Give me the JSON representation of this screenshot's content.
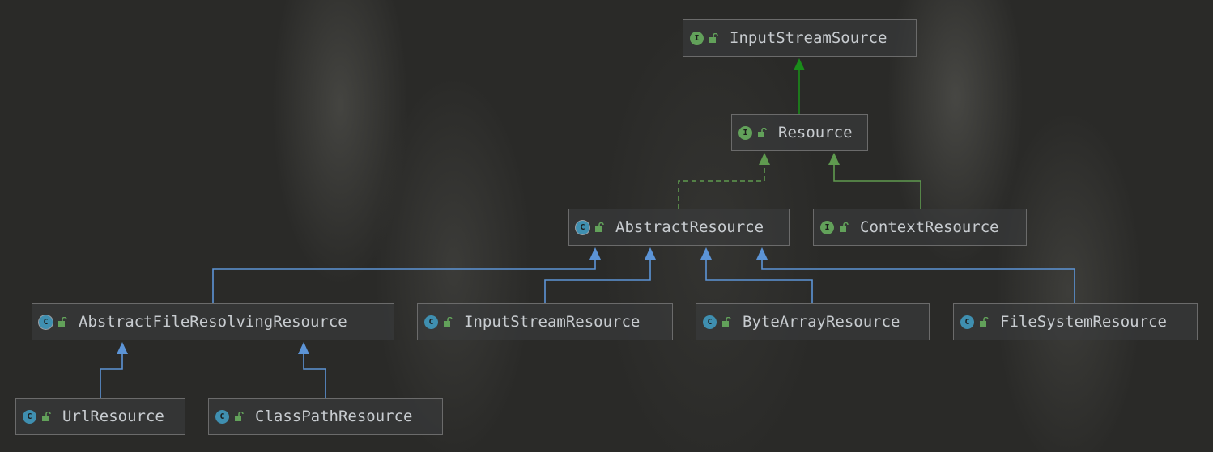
{
  "nodes": [
    {
      "id": "input-stream-source",
      "label": "InputStreamSource",
      "kind": "interface",
      "kind_letter": "I"
    },
    {
      "id": "resource",
      "label": "Resource",
      "kind": "interface",
      "kind_letter": "I"
    },
    {
      "id": "abstract-resource",
      "label": "AbstractResource",
      "kind": "abstract-class",
      "kind_letter": "C"
    },
    {
      "id": "context-resource",
      "label": "ContextResource",
      "kind": "interface",
      "kind_letter": "I"
    },
    {
      "id": "abstract-file-resolving-resource",
      "label": "AbstractFileResolvingResource",
      "kind": "abstract-class",
      "kind_letter": "C"
    },
    {
      "id": "input-stream-resource",
      "label": "InputStreamResource",
      "kind": "class",
      "kind_letter": "C"
    },
    {
      "id": "byte-array-resource",
      "label": "ByteArrayResource",
      "kind": "class",
      "kind_letter": "C"
    },
    {
      "id": "file-system-resource",
      "label": "FileSystemResource",
      "kind": "class",
      "kind_letter": "C"
    },
    {
      "id": "url-resource",
      "label": "UrlResource",
      "kind": "class",
      "kind_letter": "C"
    },
    {
      "id": "class-path-resource",
      "label": "ClassPathResource",
      "kind": "class",
      "kind_letter": "C"
    }
  ],
  "edges": [
    {
      "from": "resource",
      "to": "input-stream-source",
      "type": "extends-interface"
    },
    {
      "from": "abstract-resource",
      "to": "resource",
      "type": "implements"
    },
    {
      "from": "context-resource",
      "to": "resource",
      "type": "extends-interface"
    },
    {
      "from": "abstract-file-resolving-resource",
      "to": "abstract-resource",
      "type": "extends"
    },
    {
      "from": "input-stream-resource",
      "to": "abstract-resource",
      "type": "extends"
    },
    {
      "from": "byte-array-resource",
      "to": "abstract-resource",
      "type": "extends"
    },
    {
      "from": "file-system-resource",
      "to": "abstract-resource",
      "type": "extends"
    },
    {
      "from": "url-resource",
      "to": "abstract-file-resolving-resource",
      "type": "extends"
    },
    {
      "from": "class-path-resource",
      "to": "abstract-file-resolving-resource",
      "type": "extends"
    }
  ],
  "colors": {
    "interface_icon": "#62a15a",
    "class_icon": "#3f8fb0",
    "extends_edge": "#5c94d6",
    "interface_edge": "#5f9a4f",
    "bright_interface_edge": "#1a8c1a",
    "lock_icon": "#62a15a"
  },
  "icons": {
    "visibility": "unlocked-padlock-icon"
  }
}
